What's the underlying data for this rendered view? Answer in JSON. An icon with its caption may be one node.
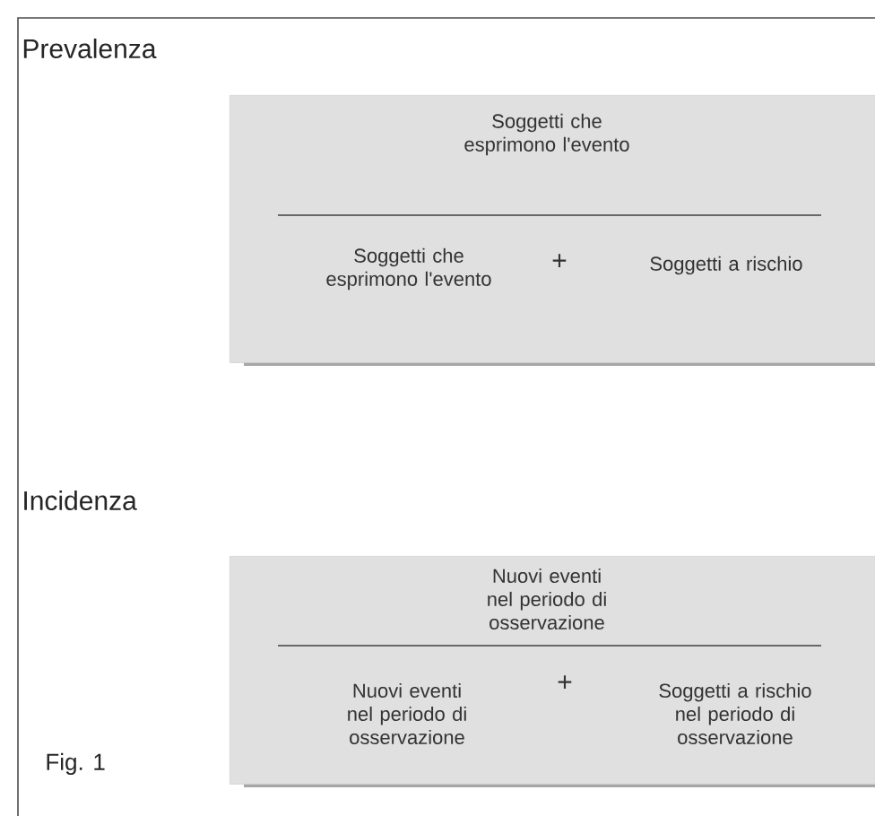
{
  "diagram": {
    "nodes": [
      {
        "text": [
          "Soggetti che esprimono l'evento",
          "Soggetti che esprimono l'evento",
          "+",
          "Soggetti a rischio"
        ]
      },
      {
        "text": [
          "Nuovi eventi nel periodo di osservazione",
          "Nuovi eventi nel periodo di osservazione",
          "+",
          "Soggetti a rischio nel periodo di osservazione"
        ]
      }
    ],
    "labels": [
      "Prevalenza",
      "Incidenza",
      "Fig. 1"
    ]
  }
}
